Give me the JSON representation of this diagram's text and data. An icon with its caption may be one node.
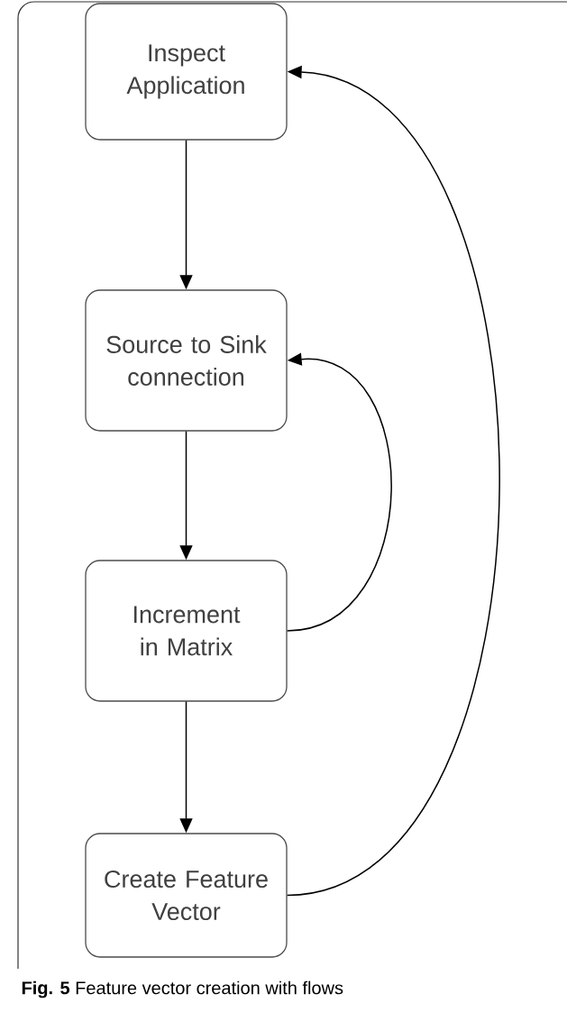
{
  "diagram": {
    "caption": "**Fig. 5** Feature vector creation with flows",
    "nodes": [
      {
        "text": [
          "Inspect Application"
        ]
      },
      {
        "text": [
          "Source to Sink connection"
        ]
      },
      {
        "text": [
          "Increment in Matrix"
        ]
      },
      {
        "text": [
          "Create Feature Vector"
        ]
      }
    ],
    "edges": [
      {
        "from": 0,
        "to": 1,
        "arrow": "to"
      },
      {
        "from": 1,
        "to": 2,
        "arrow": "to"
      },
      {
        "from": 2,
        "to": 3,
        "arrow": "to"
      },
      {
        "from": 2,
        "to": 1,
        "arrow": "to"
      },
      {
        "from": 3,
        "to": 0,
        "arrow": "to"
      }
    ]
  }
}
